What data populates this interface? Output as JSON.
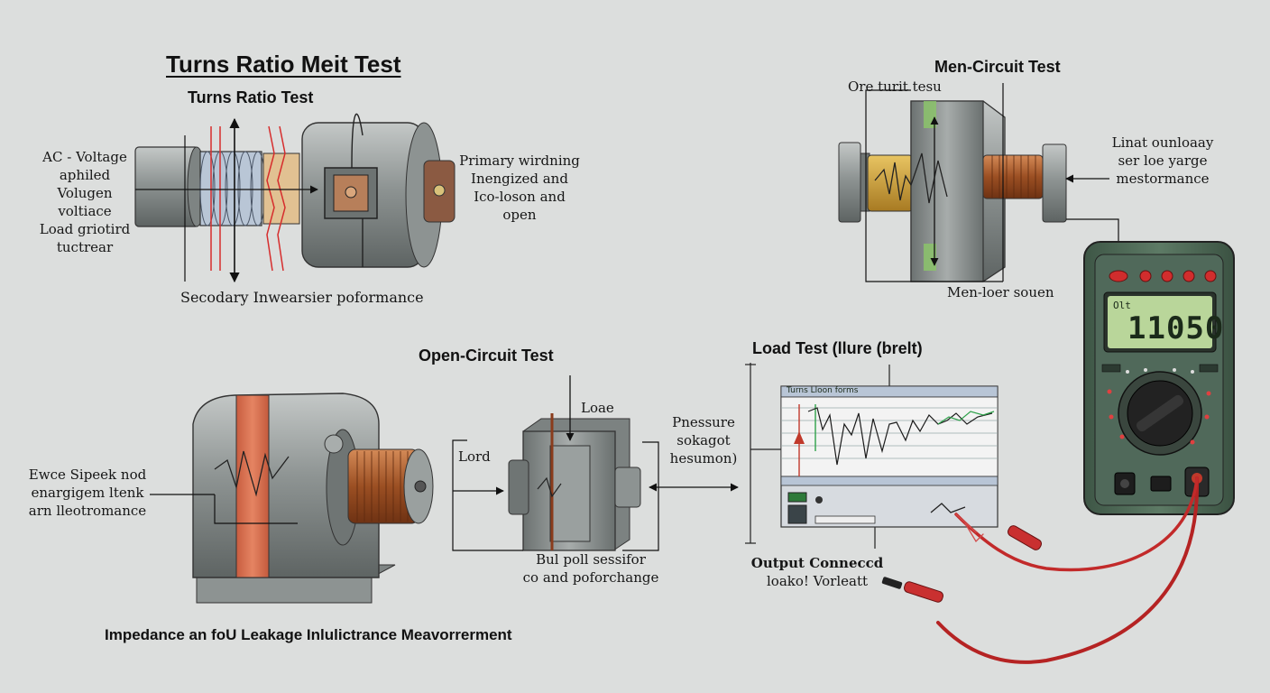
{
  "titles": {
    "main": "Turns Ratio Meit Test",
    "turns_ratio": "Turns Ratio Test",
    "men_circuit": "Men-Circuit Test",
    "open_circuit": "Open-Circuit Test",
    "load_test": "Load Test  (llure (brelt)",
    "impedance": "Impedance an  foU Leakage Inlulictrance   Meavorrerment"
  },
  "labels": {
    "ac_voltage": [
      "AC - Voltage",
      "aphiled",
      "Volugen",
      "voltiace",
      "Load griotird",
      "tuctrear"
    ],
    "primary_winding": [
      "Primary wirdning",
      "Inengized and",
      "Ico-loson and",
      "open"
    ],
    "secondary": "Secodary Inwearsier poformance",
    "ore_turit": "Ore turit tesu",
    "linat": [
      "Linat ounloaay",
      "ser loe yarge",
      "mestormance"
    ],
    "men_loer": "Men-loer souen",
    "ewce": [
      "Ewce Sipeek nod",
      "enargigem ltenk",
      "arn lleotromance"
    ],
    "load": "Lord",
    "loae": "Loae",
    "bul_poll": [
      "Bul poll sessifor",
      "co and poforchange"
    ],
    "pressure": [
      "Pnessure",
      "sokagot",
      "hesumon)"
    ],
    "output": [
      "Output Conneccd",
      "loako! Vorleatt"
    ]
  },
  "multimeter": {
    "lcd_small": "Olt",
    "reading": "11050"
  },
  "screen": {
    "header": "Turns Lloon forms"
  },
  "colors": {
    "metal": "#8b9190",
    "copper": "#a85a2e",
    "red_lead": "#cc2b2b",
    "meter_body": "#4f6a57",
    "lcd": "#b9d69a",
    "gold": "#c79a3a"
  }
}
